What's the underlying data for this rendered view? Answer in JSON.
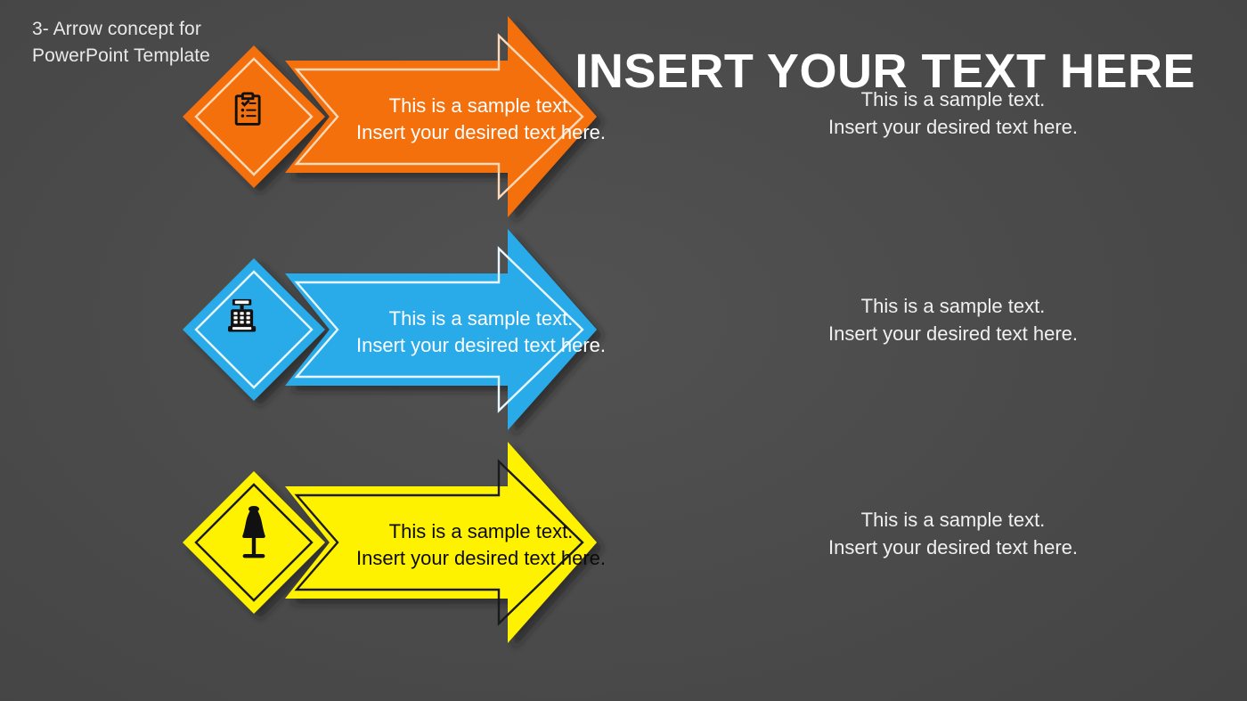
{
  "slide": {
    "background_color": "#4a4a4a",
    "caption": "3- Arrow concept for\nPowerPoint Template",
    "title": "INSERT YOUR TEXT HERE"
  },
  "rows": [
    {
      "id": "orange",
      "color": "#f4700f",
      "outline_color": "#ffd9b8",
      "text_color": "#ffffff",
      "icon": "clipboard-checklist-icon",
      "icon_color": "#111111",
      "arrow_text": "This is a sample text.\nInsert your desired text here.",
      "side_text": "This is a sample text.\nInsert your desired text here."
    },
    {
      "id": "blue",
      "color": "#29abe9",
      "outline_color": "#e8f7ff",
      "text_color": "#ffffff",
      "icon": "cash-register-icon",
      "icon_color": "#111111",
      "arrow_text": "This is a sample text.\nInsert your desired text here.",
      "side_text": "This is a sample text.\nInsert your desired text here."
    },
    {
      "id": "yellow",
      "color": "#fff200",
      "outline_color": "#1a1a1a",
      "text_color": "#0b0b0b",
      "icon": "dress-form-mannequin-icon",
      "icon_color": "#111111",
      "arrow_text": "This is a sample text.\nInsert your desired text here.",
      "side_text": "This is a sample text.\nInsert your desired text here."
    }
  ]
}
